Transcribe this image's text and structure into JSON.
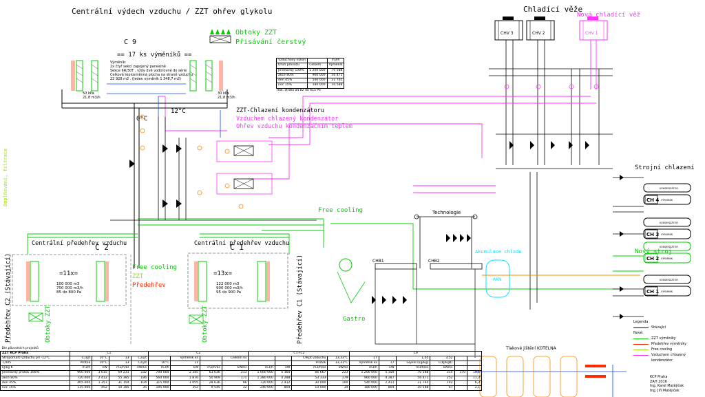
{
  "title": "Centrální výdech vzduchu / ZZT ohřev glykolu",
  "cooling_towers": {
    "title": "Chladící věže",
    "new_title": "Nová chladící věž",
    "units": [
      "CHV 3",
      "CHV 2",
      "CHV 1"
    ]
  },
  "c9": {
    "label": "C 9",
    "count": "== 17 ks výměníků ==",
    "notes": [
      "Výměník:",
      "2x čtyř sekcí zapojený paralelně",
      "Sekce 6R/30T , vždy dvě vodorovné do série",
      "Celková teplosměnná plocha na straně vzduchu",
      "22 928 m2 . (Jeden výměník 1 348,7 m2)"
    ],
    "pressure1": "50 kPa",
    "flow1": "21,8 m3/h",
    "pressure2": "30 kPa",
    "flow2": "21,8 m3/h"
  },
  "bypass": {
    "line1": "Obtoky ZZT",
    "line2": "Přisávání čerstvý"
  },
  "air_table": {
    "header": [
      "Vzduchový výkon",
      "",
      "m3/h"
    ],
    "sub": [
      "Druh provozu",
      "Celkem",
      "Výměník"
    ],
    "rows": [
      [
        "Jmenovitý 100%",
        "1 200 000",
        "70 588"
      ],
      [
        "akce 80%",
        "960 000",
        "56 471"
      ],
      [
        "den 45%",
        "540 000",
        "31 765"
      ],
      [
        "noc 15%",
        "180 000",
        "10 588"
      ]
    ],
    "note": "Tlak. ztráta od 82 do 615 Pa"
  },
  "zzt": {
    "title": "ZZT-Chlazení kondenzátoru",
    "line1": "Vzduchem chlazený kondenzátor",
    "line2": "Ohřev vzduchu kondenzačním teplem"
  },
  "temps": {
    "t0": "0°C",
    "t12": "12°C"
  },
  "labels": {
    "doplnovani": "Doplňování, filtrace",
    "free_cooling_top": "Free cooling",
    "technologie": "Technologie",
    "akumulace": "Akumulace chladu",
    "gastro": "Gastro",
    "akn": "AKN",
    "chb1": "CHB1",
    "chb2": "CHB2",
    "kotelna": "Tlakové jištění KOTELNA",
    "stavajici_c2": "Předehřev C2 (Stávající)",
    "stavajici_c1": "Předehřev C1 (Stávající)",
    "obtoky_left": "Obtoky ZZT",
    "obtoky_mid": "Obtoky ZZT"
  },
  "preheat_c2": {
    "title": "Centrální předehřev vzduchu",
    "label": "C 2",
    "count": "=11x=",
    "spec": [
      "100 000 m3",
      "700 000 m3/h",
      "85 do 800 Pa"
    ]
  },
  "preheat_c1": {
    "title": "Centrální předehřev vzduchu",
    "label": "C 1",
    "count": "=13x=",
    "spec": [
      "122 000 m3",
      "900 000 m3/h",
      "95 do 900 Pa"
    ]
  },
  "mid_legend": {
    "free": "Free cooling",
    "zzt": "ZZT",
    "pred": "Předehřev"
  },
  "chillers": {
    "title": "Strojní chlazení",
    "new": "Nový stroj",
    "units": [
      "CH 4",
      "CH 3",
      "CH 2",
      "CH 1"
    ],
    "cond": "KONDENZÁTOR",
    "evap": "VÝPARNÍK"
  },
  "legend": {
    "title": "Legenda",
    "items": [
      "Stávající",
      "Nové:",
      "ZZT výměníky",
      "Předehřev výměníky",
      "Free cooling",
      "Vzduchem chlazený kondenzátor"
    ],
    "colors": [
      "#000000",
      "#000000",
      "#00cc00",
      "#ff2a00",
      "#9be000",
      "#ff33ff"
    ]
  },
  "author": [
    "KCP Praha",
    "ZAH 2016",
    "Ing. Karel Matějíček",
    "Ing. Jiří Matějíček"
  ],
  "bottom_table": {
    "caption": "Dle původních projektů",
    "title": "ZZT KCP Praha",
    "groups": [
      "C1",
      "C2",
      "C1+C2",
      "C9"
    ],
    "rows": [
      [
        "Stropomaltí vzduchu při -12°C",
        "C1(pt",
        "10°C",
        "13",
        "C2(pt",
        "",
        "Výměník ks",
        "",
        "Celkem ks",
        "",
        "",
        "C9(pt vzduchu",
        "13,33°C",
        "17",
        "",
        "1,05",
        "3,52"
      ],
      [
        "1,005",
        "Průtok",
        "10°C",
        "13",
        "C2(pt",
        "10°C",
        "11",
        "",
        "",
        "",
        "",
        "Průtok",
        "13,33°C",
        "Výměník ks",
        "17",
        "Glykol (kg/kg)",
        "C(kJ/kgK)"
      ],
      [
        "kJ/kg K",
        "m3/h",
        "kW",
        "m3/h/ks",
        "kW/ks",
        "m3/h",
        "kW",
        "m3/h/ks",
        "kW/ks",
        "m3/h",
        "kW",
        "m3/h/ks",
        "kW/ks",
        "m3/h",
        "kW",
        "m3/h/ks",
        "kW/ks"
      ],
      [
        "Jmenovitý průtok 100%",
        "900 000",
        "3 015",
        "69 231",
        "232",
        "700 000",
        "2 345",
        "63 636",
        "213",
        "1 600 000",
        "5 360",
        "66 667",
        "223",
        "1 200 000",
        "5 359",
        "70 588",
        "315"
      ],
      [
        "akce 80%",
        "720 000",
        "2 412",
        "55 385",
        "186",
        "560 000",
        "1 876",
        "50 909",
        "171",
        "1 280 000",
        "4 288",
        "53 333",
        "179",
        "960 000",
        "4 287",
        "56 471",
        "252"
      ],
      [
        "den 45%",
        "405 000",
        "1 357",
        "31 154",
        "104",
        "315 000",
        "1 055",
        "28 636",
        "96",
        "720 000",
        "2 412",
        "30 000",
        "100",
        "540 000",
        "2 411",
        "31 765",
        "142"
      ],
      [
        "noc 15%",
        "135 000",
        "452",
        "10 385",
        "35",
        "105 000",
        "352",
        "9 545",
        "32",
        "240 000",
        "804",
        "10 000",
        "34",
        "180 000",
        "804",
        "10 588",
        "47"
      ]
    ],
    "extra": [
      "370",
      "14,1",
      "11,3",
      "6,3",
      "2,1"
    ]
  }
}
